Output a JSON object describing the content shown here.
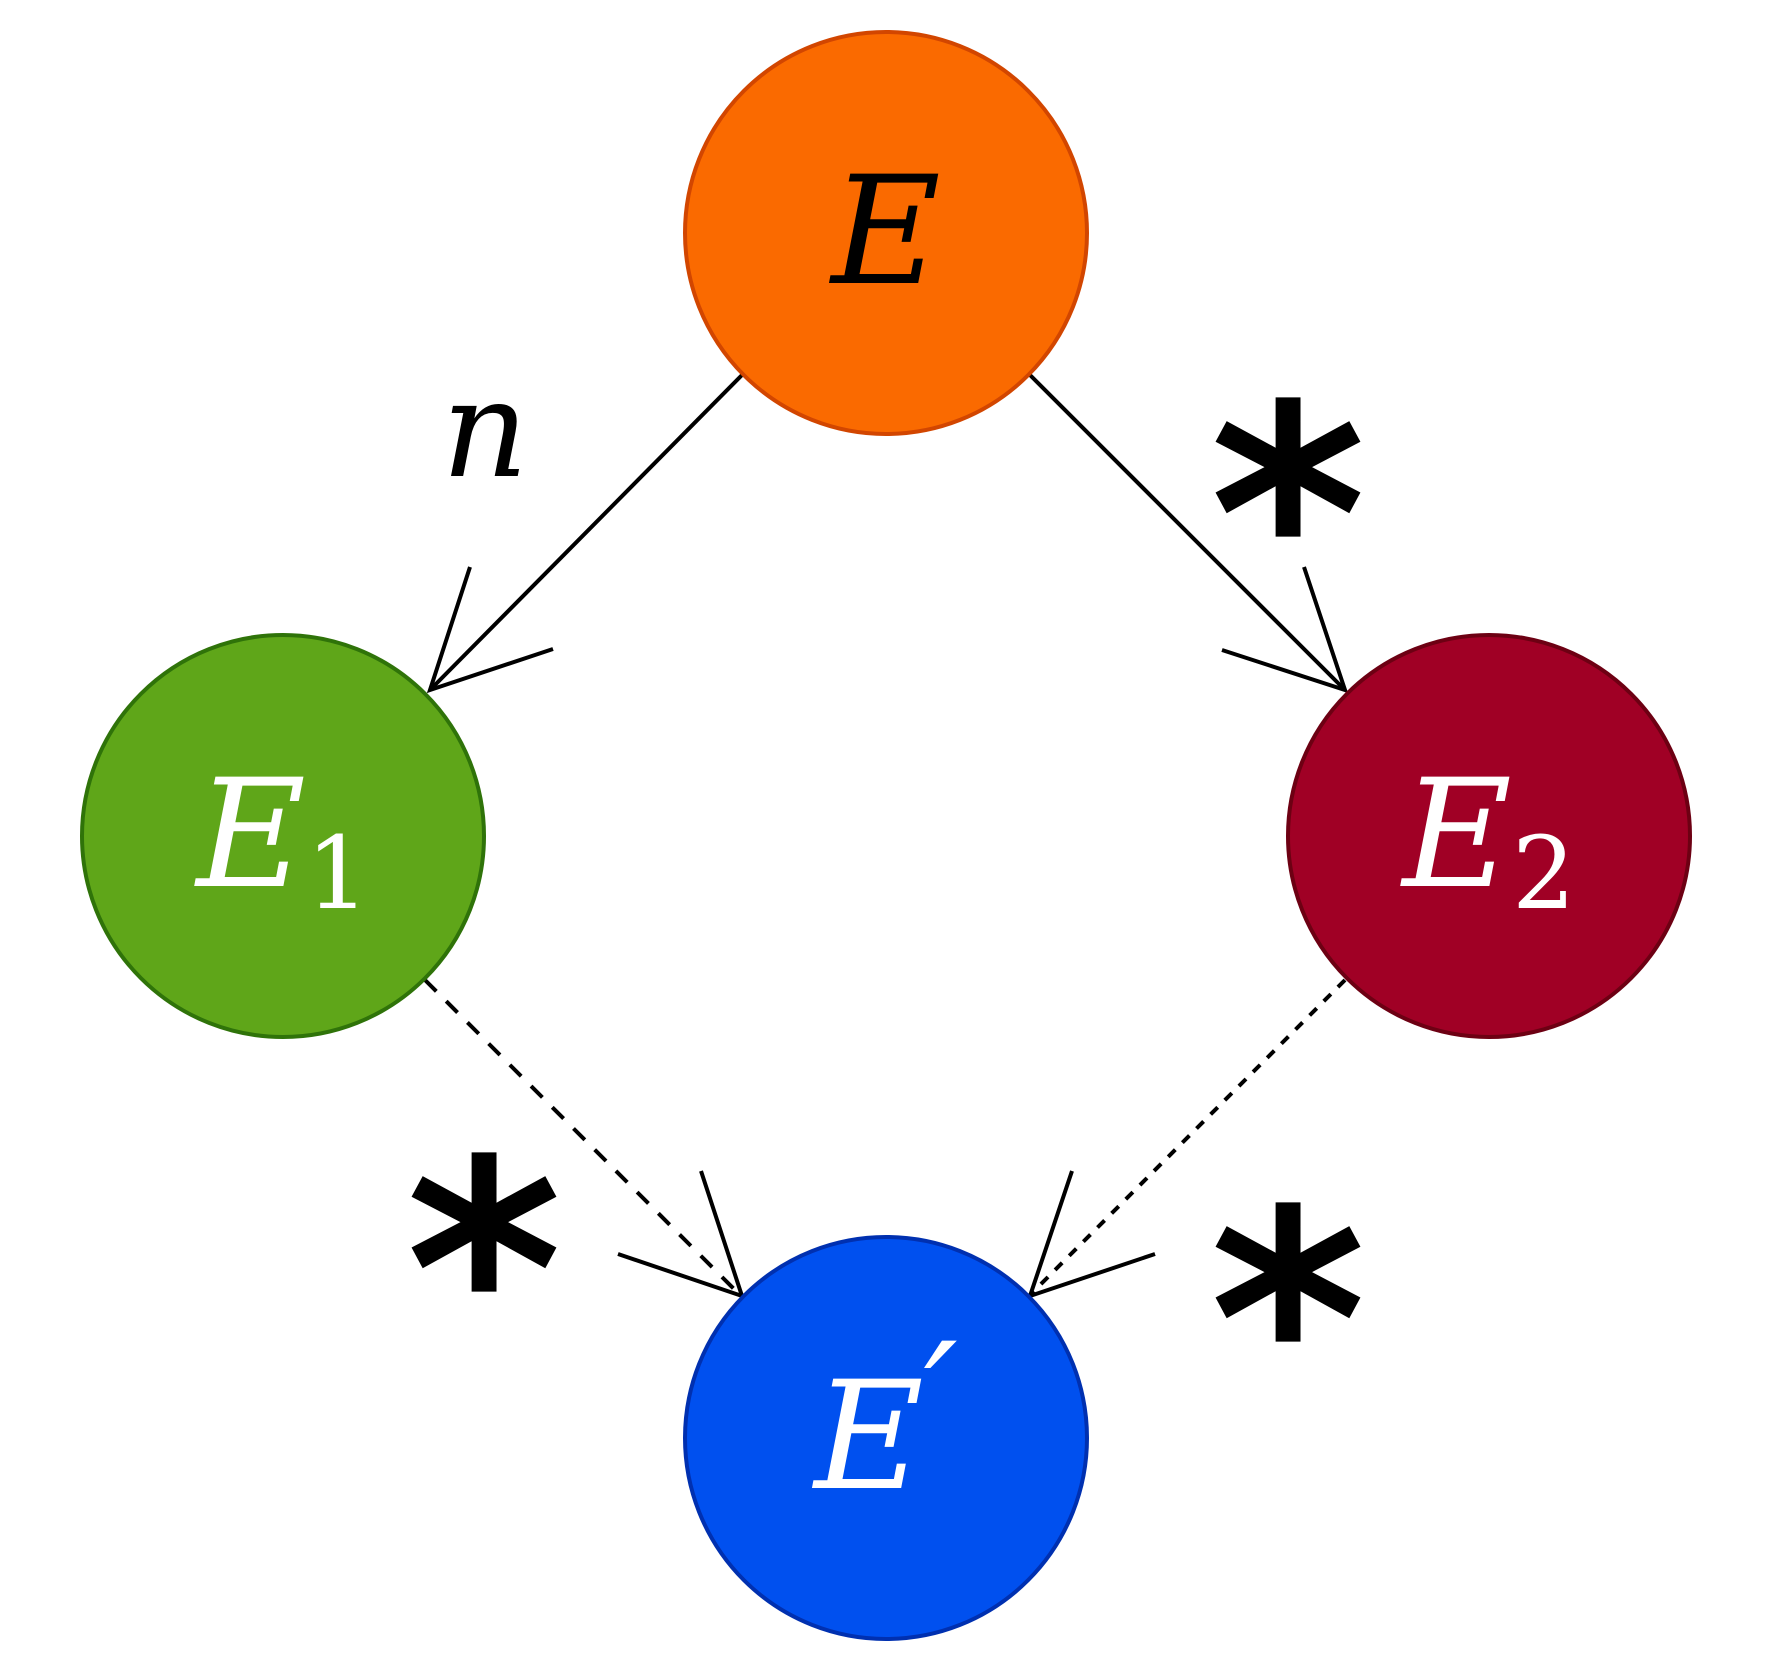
{
  "diagram": {
    "nodes": [
      {
        "id": "E",
        "label": "E",
        "sub": "",
        "prime": "",
        "fill": "#fa6a00",
        "stroke": "#d24600",
        "text_color": "#000000"
      },
      {
        "id": "E1",
        "label": "E",
        "sub": "1",
        "prime": "",
        "fill": "#5fa619",
        "stroke": "#2f7309",
        "text_color": "#ffffff"
      },
      {
        "id": "E2",
        "label": "E",
        "sub": "2",
        "prime": "",
        "fill": "#a00025",
        "stroke": "#6d0013",
        "text_color": "#ffffff"
      },
      {
        "id": "Eprime",
        "label": "E",
        "sub": "",
        "prime": "′",
        "fill": "#0050ef",
        "stroke": "#0030b0",
        "text_color": "#ffffff"
      }
    ],
    "edges": [
      {
        "from": "E",
        "to": "E1",
        "label": "n",
        "style": "solid"
      },
      {
        "from": "E",
        "to": "E2",
        "label": "*",
        "style": "solid"
      },
      {
        "from": "E1",
        "to": "Eprime",
        "label": "*",
        "style": "dashed"
      },
      {
        "from": "E2",
        "to": "Eprime",
        "label": "*",
        "style": "dotted"
      }
    ]
  }
}
